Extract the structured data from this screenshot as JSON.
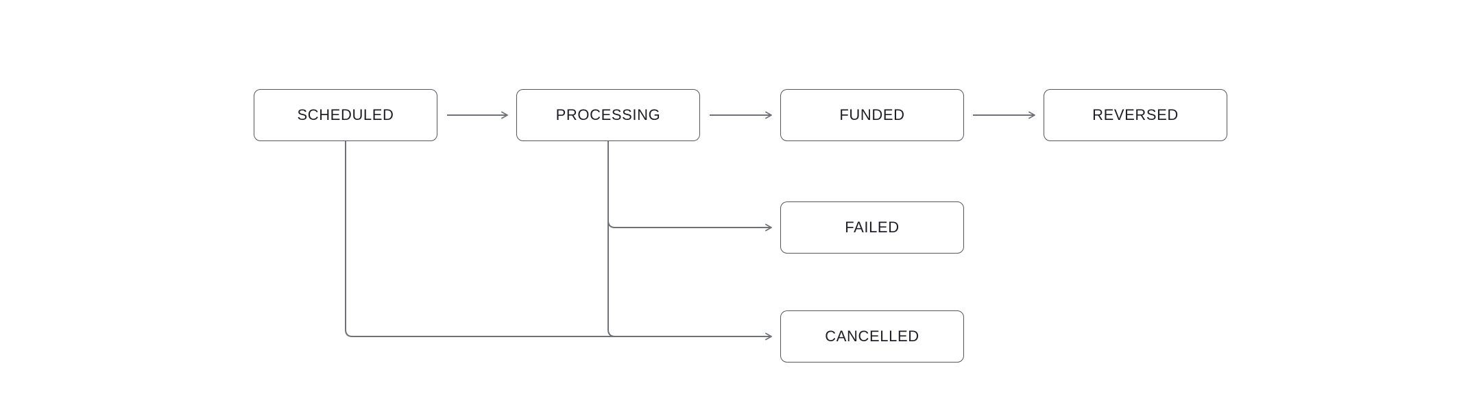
{
  "diagram": {
    "type": "state-flow",
    "nodes": [
      {
        "id": "scheduled",
        "label": "SCHEDULED"
      },
      {
        "id": "processing",
        "label": "PROCESSING"
      },
      {
        "id": "funded",
        "label": "FUNDED"
      },
      {
        "id": "reversed",
        "label": "REVERSED"
      },
      {
        "id": "failed",
        "label": "FAILED"
      },
      {
        "id": "cancelled",
        "label": "CANCELLED"
      }
    ],
    "edges": [
      {
        "from": "SCHEDULED",
        "to": "PROCESSING"
      },
      {
        "from": "PROCESSING",
        "to": "FUNDED"
      },
      {
        "from": "FUNDED",
        "to": "REVERSED"
      },
      {
        "from": "PROCESSING",
        "to": "FAILED"
      },
      {
        "from": "SCHEDULED",
        "to": "CANCELLED"
      },
      {
        "from": "PROCESSING",
        "to": "CANCELLED"
      }
    ],
    "colors": {
      "background": "#ffffff",
      "node_fill": "#ffffff",
      "node_border": "#54575e",
      "label_text": "#1e1f26",
      "connector": "#6e7177"
    }
  }
}
